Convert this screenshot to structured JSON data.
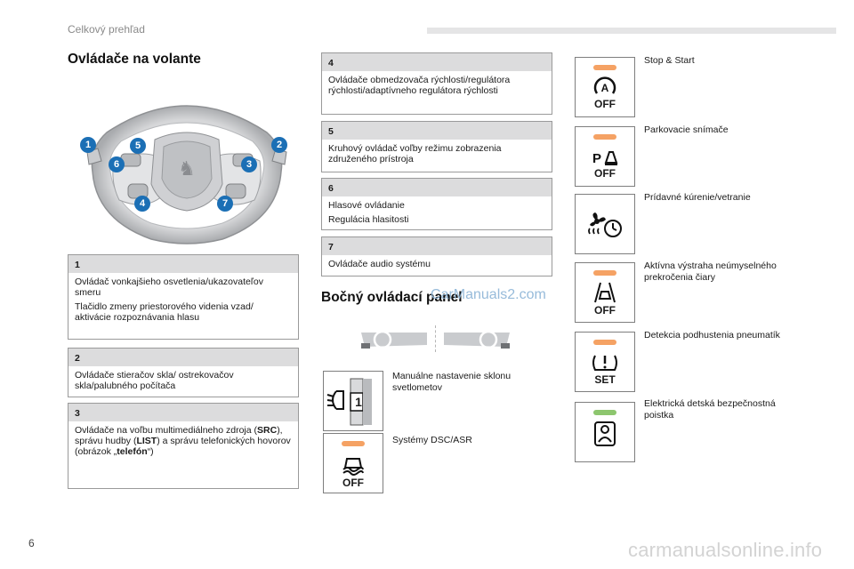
{
  "header": {
    "section": "Celkový prehľad"
  },
  "left": {
    "title": "Ovládače na volante",
    "markers": [
      "1",
      "2",
      "3",
      "4",
      "5",
      "6",
      "7"
    ],
    "boxes": [
      {
        "num": "1",
        "lines": [
          "Ovládač vonkajšieho osvetlenia/ukazovateľov smeru",
          "Tlačidlo zmeny priestorového videnia vzad/ aktivácie rozpoznávania hlasu"
        ]
      },
      {
        "num": "2",
        "lines": [
          "Ovládače stieračov skla/ ostrekovačov skla/palubného počítača"
        ]
      },
      {
        "num": "3",
        "text_a": "Ovládače na voľbu multimediálneho zdroja (",
        "b1": "SRC",
        "text_b": "), správu hudby (",
        "b2": "LIST",
        "text_c": ") a správu telefonických hovorov (obrázok „",
        "b3": "telefón",
        "text_d": "“)"
      }
    ]
  },
  "middle": {
    "boxes": [
      {
        "num": "4",
        "lines": [
          "Ovládače obmedzovača rýchlosti/regulátora rýchlosti/adaptívneho regulátora rýchlosti"
        ]
      },
      {
        "num": "5",
        "lines": [
          "Kruhový ovládač voľby režimu zobrazenia združeného prístroja"
        ]
      },
      {
        "num": "6",
        "lines": [
          "Hlasové ovládanie",
          "Regulácia hlasitosti"
        ]
      },
      {
        "num": "7",
        "lines": [
          "Ovládače audio systému"
        ]
      }
    ],
    "side_title": "Bočný ovládací panel",
    "watermark": "CarManuals2.com",
    "items": [
      {
        "label": "Manuálne nastavenie sklonu svetlometov",
        "icon": "headlamp-level-icon",
        "digit": "1"
      },
      {
        "label": "Systémy DSC/ASR",
        "icon": "dsc-off-icon",
        "icon_text": "OFF"
      }
    ]
  },
  "right": {
    "items": [
      {
        "label": "Stop & Start",
        "icon": "stop-start-off-icon",
        "icon_text": "OFF"
      },
      {
        "label": "Parkovacie snímače",
        "icon": "parking-sensor-off-icon",
        "icon_text": "OFF"
      },
      {
        "label": "Prídavné kúrenie/vetranie",
        "icon": "aux-heating-icon"
      },
      {
        "label": "Aktívna výstraha neúmyselného prekročenia čiary",
        "icon": "lane-departure-off-icon",
        "icon_text": "OFF"
      },
      {
        "label": "Detekcia podhustenia pneumatík",
        "icon": "tyre-pressure-set-icon",
        "icon_text": "SET"
      },
      {
        "label": "Elektrická detská bezpečnostná poistka",
        "icon": "child-lock-icon"
      }
    ]
  },
  "colors": {
    "indicator_orange": "#f5a264",
    "indicator_green": "#8dc66e",
    "marker_blue": "#1b6fb5"
  },
  "footer": {
    "page": "6",
    "watermark": "carmanualsonline.info"
  }
}
